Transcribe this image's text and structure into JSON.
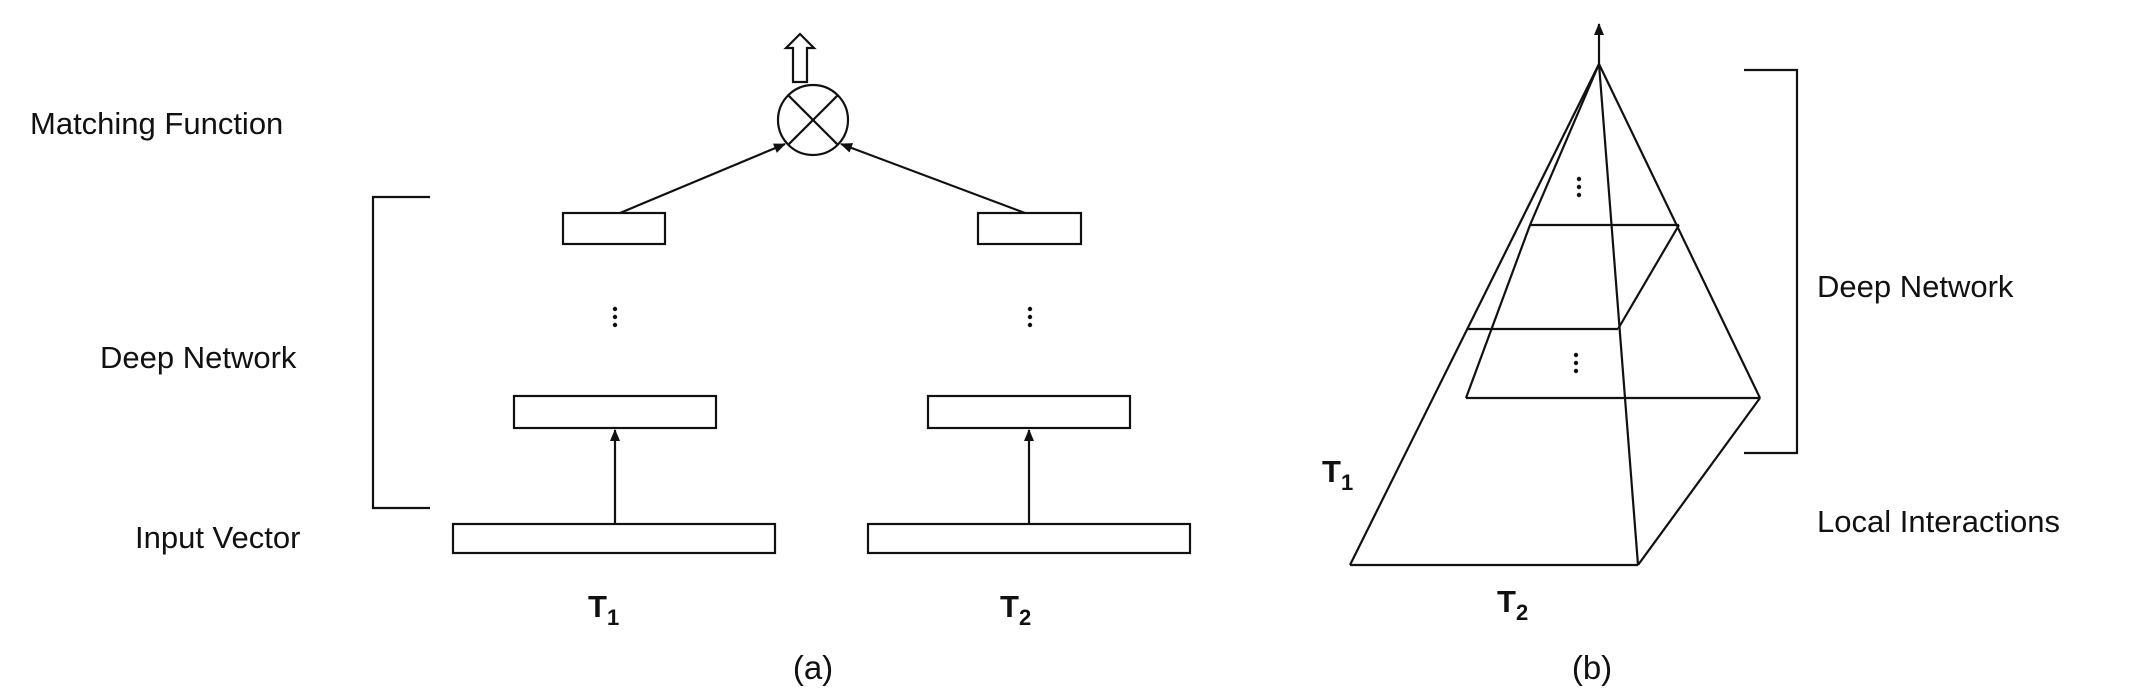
{
  "panel_a": {
    "labels": {
      "matching_function": "Matching Function",
      "deep_network": "Deep Network",
      "input_vector": "Input Vector"
    },
    "inputs": {
      "t1": {
        "symbol": "T",
        "subscript": "1"
      },
      "t2": {
        "symbol": "T",
        "subscript": "2"
      }
    },
    "caption": "(a)"
  },
  "panel_b": {
    "labels": {
      "deep_network": "Deep Network",
      "local_interactions": "Local Interactions"
    },
    "inputs": {
      "t1": {
        "symbol": "T",
        "subscript": "1"
      },
      "t2": {
        "symbol": "T",
        "subscript": "2"
      }
    },
    "caption": "(b)"
  },
  "icons": {
    "matching_operator": "circled-cross-icon",
    "output_arrow": "hollow-up-arrow-icon",
    "ellipsis": "vertical-ellipsis-icon"
  }
}
